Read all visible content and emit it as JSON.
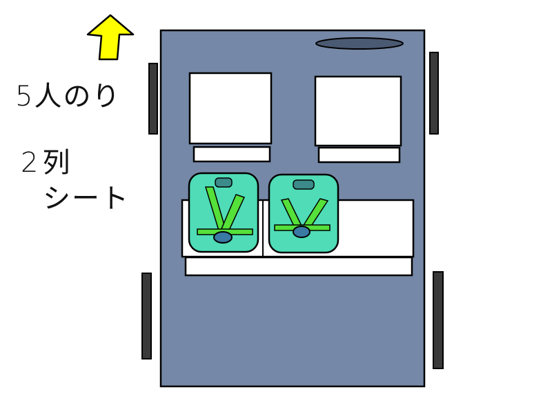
{
  "labels": {
    "capacity": "5人のり",
    "rows_line1": "2列",
    "rows_line2": "シート"
  },
  "icons": {
    "direction": "arrow-up-icon",
    "child_seat": "child-seat-icon"
  },
  "colors": {
    "car_body": "#7688a7",
    "arrow": "#ffff00",
    "child_seat": "#4fdcb6",
    "harness": "#55e03a",
    "buckle": "#3a79a4",
    "wheel": "#3a3a3a",
    "sunroof": "#4b5a73"
  }
}
